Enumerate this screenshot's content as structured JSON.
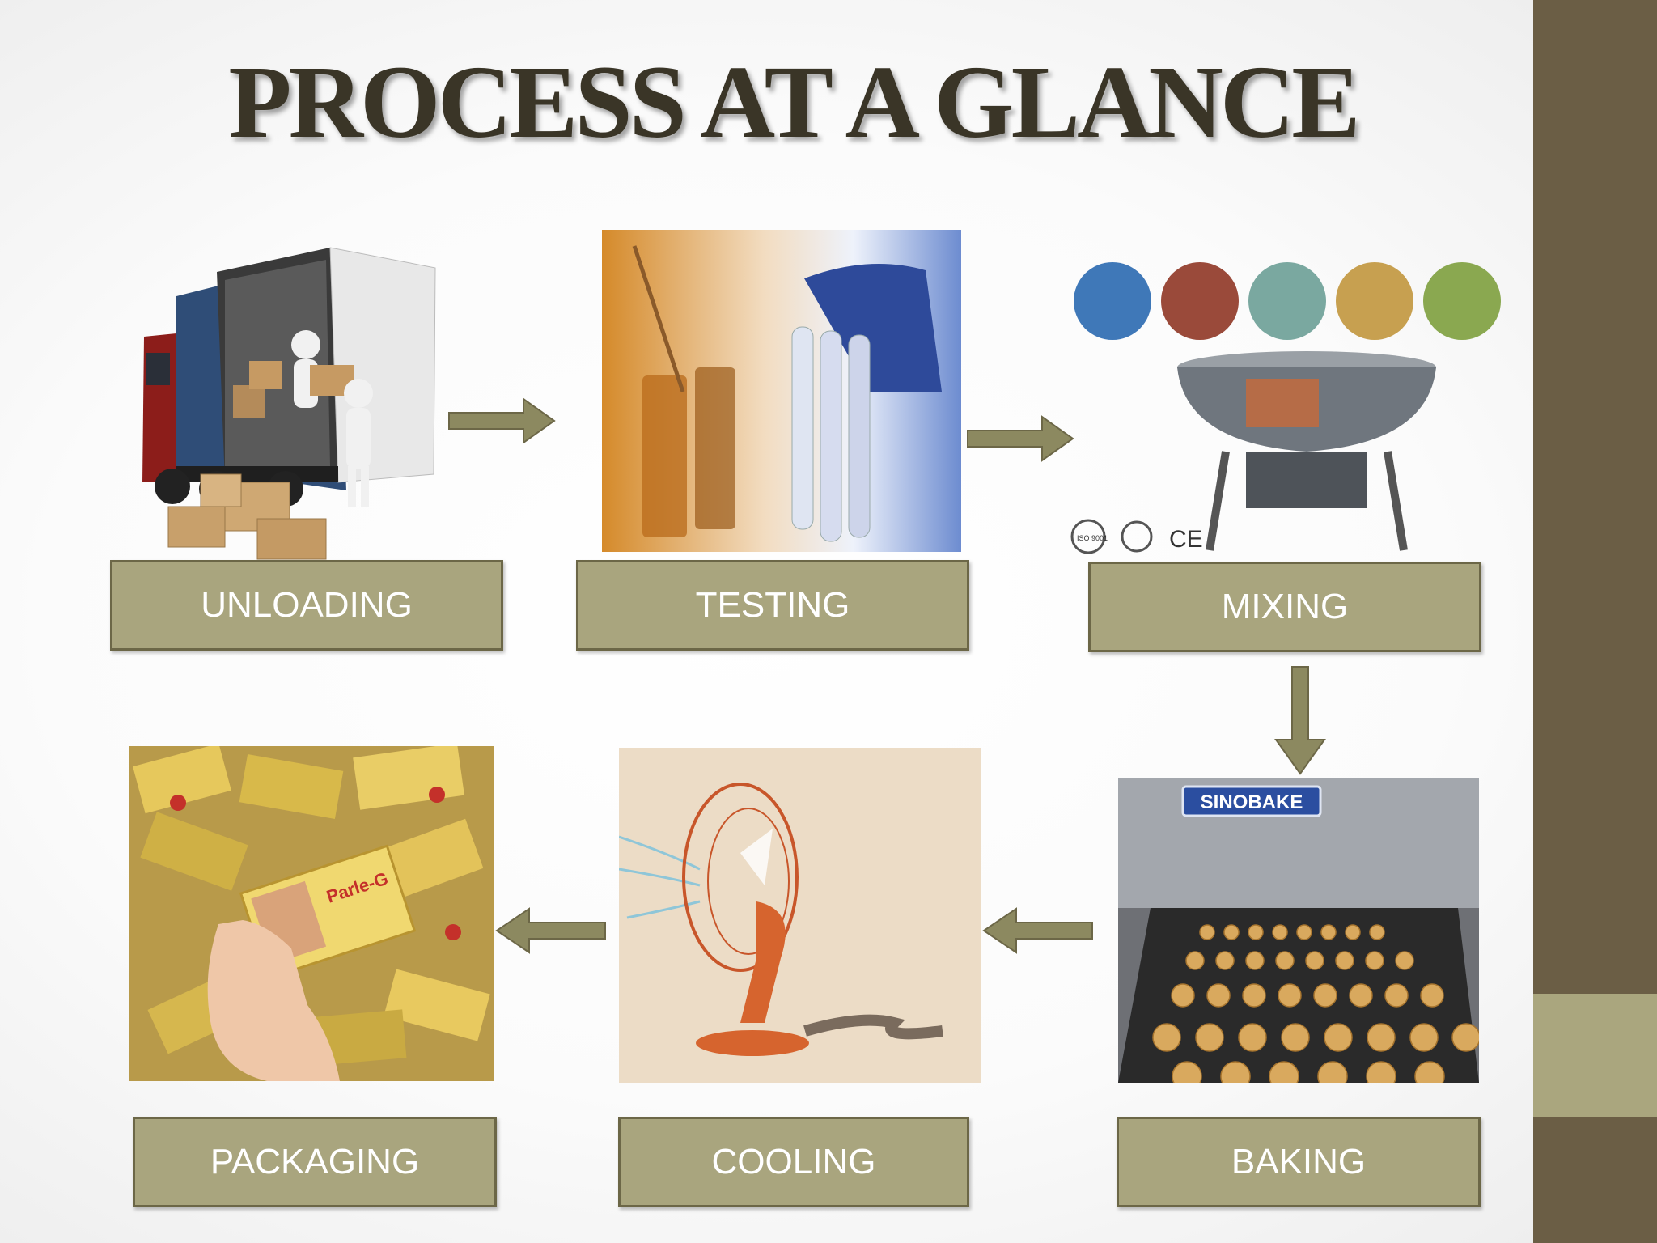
{
  "slide": {
    "title": "PROCESS AT A GLANCE",
    "accent_color": "#6b5e45",
    "box_color": "#a9a57e",
    "arrow_color": "#8c8960"
  },
  "steps": [
    {
      "label": "UNLOADING",
      "icon": "delivery-truck"
    },
    {
      "label": "TESTING",
      "icon": "test-tubes"
    },
    {
      "label": "MIXING",
      "icon": "mixer-machine"
    },
    {
      "label": "BAKING",
      "icon": "oven-conveyor"
    },
    {
      "label": "COOLING",
      "icon": "electric-fan"
    },
    {
      "label": "PACKAGING",
      "icon": "biscuit-packets"
    }
  ],
  "images": {
    "baking_brand": "SINOBAKE",
    "mixing_marks": [
      "ISO 9001",
      "CE"
    ],
    "packet_brand": "Parle-G"
  }
}
